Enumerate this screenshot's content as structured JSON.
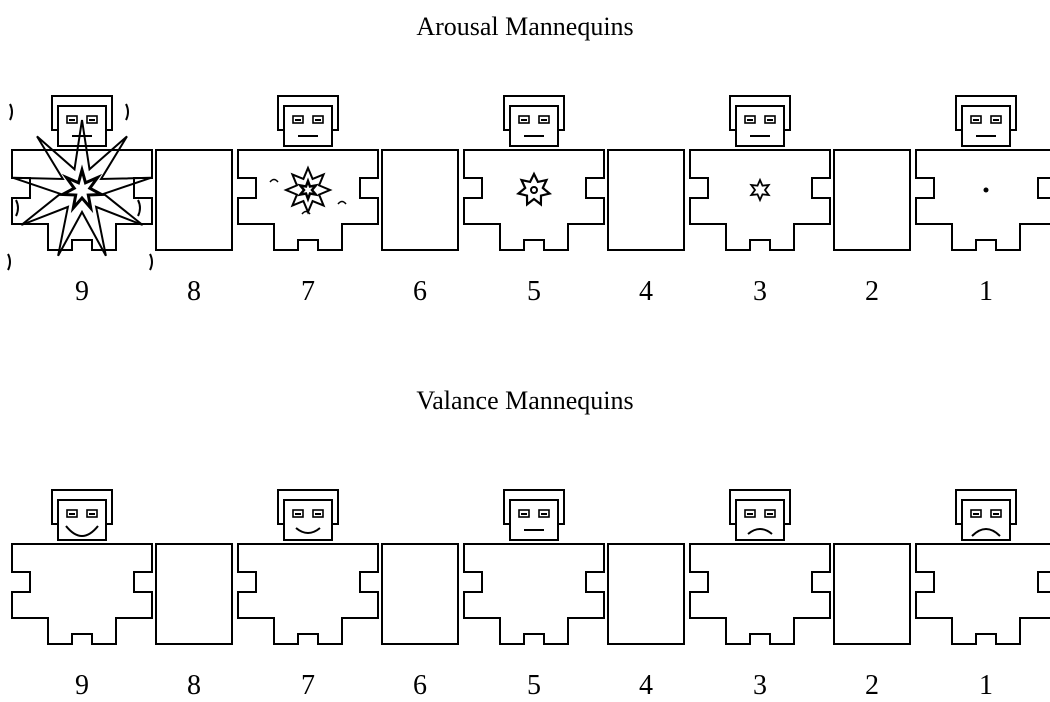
{
  "arousal": {
    "title": "Arousal Mannequins",
    "labels": [
      "9",
      "8",
      "7",
      "6",
      "5",
      "4",
      "3",
      "2",
      "1"
    ],
    "levels": [
      9,
      7,
      5,
      3,
      1
    ]
  },
  "valence": {
    "title": "Valance Mannequins",
    "labels": [
      "9",
      "8",
      "7",
      "6",
      "5",
      "4",
      "3",
      "2",
      "1"
    ],
    "levels": [
      9,
      7,
      5,
      3,
      1
    ]
  },
  "colors": {
    "stroke": "#000000",
    "background": "#ffffff"
  }
}
